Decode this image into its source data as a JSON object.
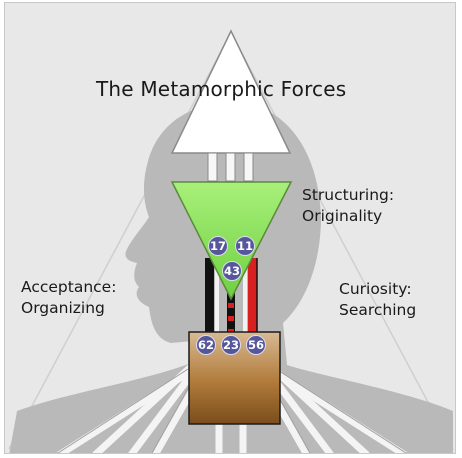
{
  "title": "The Metamorphic Forces",
  "labels": {
    "top_right": "Structuring:\nOriginality",
    "left": "Acceptance:\nOrganizing",
    "right": "Curiosity:\nSearching"
  },
  "gates": {
    "g17": "17",
    "g11": "11",
    "g43": "43",
    "g62": "62",
    "g23": "23",
    "g56": "56"
  },
  "colors": {
    "background": "#e8e8e8",
    "silhouette": "#b9b9b9",
    "ajna_center": "#8ee05a",
    "throat_center": "#b07a3a",
    "channel_black": "#111111",
    "channel_red": "#d82020",
    "gate_circle": "#56569a"
  }
}
